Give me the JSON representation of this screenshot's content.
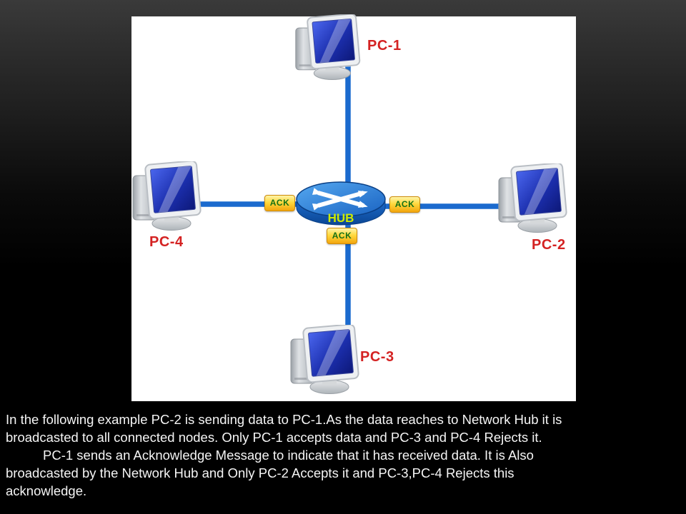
{
  "slide": {
    "caption": {
      "lines": [
        "In the following example PC-2 is sending data to PC-1.As the data reaches to Network Hub it is",
        "broadcasted to all connected nodes. Only PC-1 accepts data and PC-3 and PC-4 Rejects it.",
        "PC-1 sends an Acknowledge Message to indicate that it has received data. It is Also",
        "broadcasted by the Network Hub and Only PC-2 Accepts it and PC-3,PC-4 Rejects this",
        "acknowledge."
      ]
    }
  },
  "diagram": {
    "type": "star-topology-network",
    "hub": {
      "label": "HUB"
    },
    "nodes": [
      {
        "id": "pc-1",
        "label": "PC-1",
        "position": "top"
      },
      {
        "id": "pc-2",
        "label": "PC-2",
        "position": "right"
      },
      {
        "id": "pc-3",
        "label": "PC-3",
        "position": "bottom"
      },
      {
        "id": "pc-4",
        "label": "PC-4",
        "position": "left"
      }
    ],
    "ack_badges": [
      {
        "position": "left-link",
        "label": "ACK"
      },
      {
        "position": "right-link",
        "label": "ACK"
      },
      {
        "position": "bottom-link",
        "label": "ACK"
      }
    ],
    "colors": {
      "link": "#1b6ace",
      "hub_top": "#3a8ee2",
      "hub_body": "#0c4f9f",
      "hub_label": "#cdea00",
      "node_label": "#d42222",
      "ack_background": "#ffd93e",
      "ack_text": "#157015",
      "panel_background": "#ffffff",
      "slide_text": "#f5f5f5"
    }
  }
}
